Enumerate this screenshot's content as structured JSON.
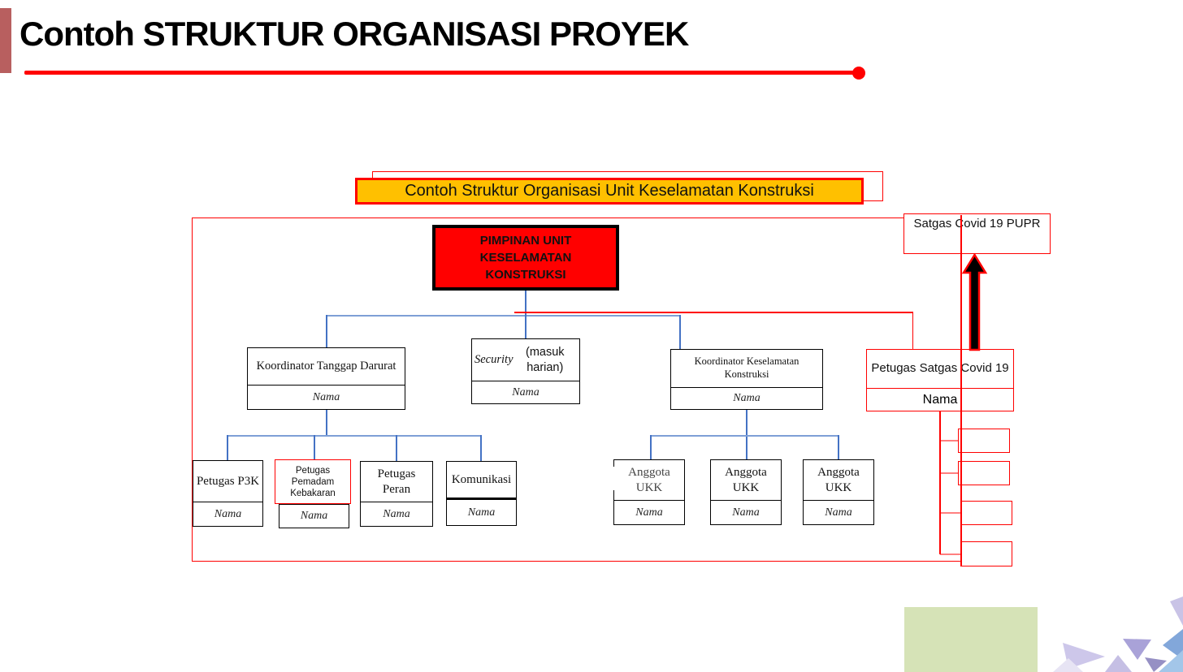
{
  "header": {
    "title": "Contoh STRUKTUR ORGANISASI PROYEK"
  },
  "banner": {
    "label": "Contoh Struktur Organisasi Unit Keselamatan Konstruksi"
  },
  "org": {
    "root": {
      "lines": [
        "PIMPINAN UNIT",
        "KESELAMATAN",
        "KONSTRUKSI"
      ]
    },
    "satgas_pupr": {
      "label": "Satgas Covid 19 PUPR"
    },
    "koordinator_tanggap_darurat": {
      "title": "Koordinator Tanggap Darurat",
      "name": "Nama"
    },
    "security": {
      "title_em": "Security",
      "title_rest": " (masuk harian)",
      "name": "Nama"
    },
    "koordinator_keselamatan": {
      "title": "Koordinator Keselamatan Konstruksi",
      "name": "Nama"
    },
    "petugas_satgas_covid": {
      "title": "Petugas Satgas Covid 19",
      "name": "Nama"
    },
    "team_left": [
      {
        "title": "Petugas P3K",
        "name": "Nama"
      },
      {
        "title": "Petugas Pemadam Kebakaran",
        "name": "Nama"
      },
      {
        "title": "Petugas Peran",
        "name": "Nama"
      },
      {
        "title": "Komunikasi",
        "name": "Nama"
      }
    ],
    "team_right": [
      {
        "title": "Anggota UKK",
        "name": "Nama"
      },
      {
        "title": "Anggota UKK",
        "name": "Nama"
      },
      {
        "title": "Anggota UKK",
        "name": "Nama"
      }
    ]
  },
  "icons": {
    "up_arrow": "up-arrow",
    "corner_triangles": "triangle-mosaic-decor"
  },
  "colors": {
    "accent_red": "#ff0000",
    "connector_blue": "#4472c4",
    "banner_yellow": "#ffc000",
    "title_bar_maroon": "#b85f5f",
    "decor_green": "#d6e3b7"
  }
}
